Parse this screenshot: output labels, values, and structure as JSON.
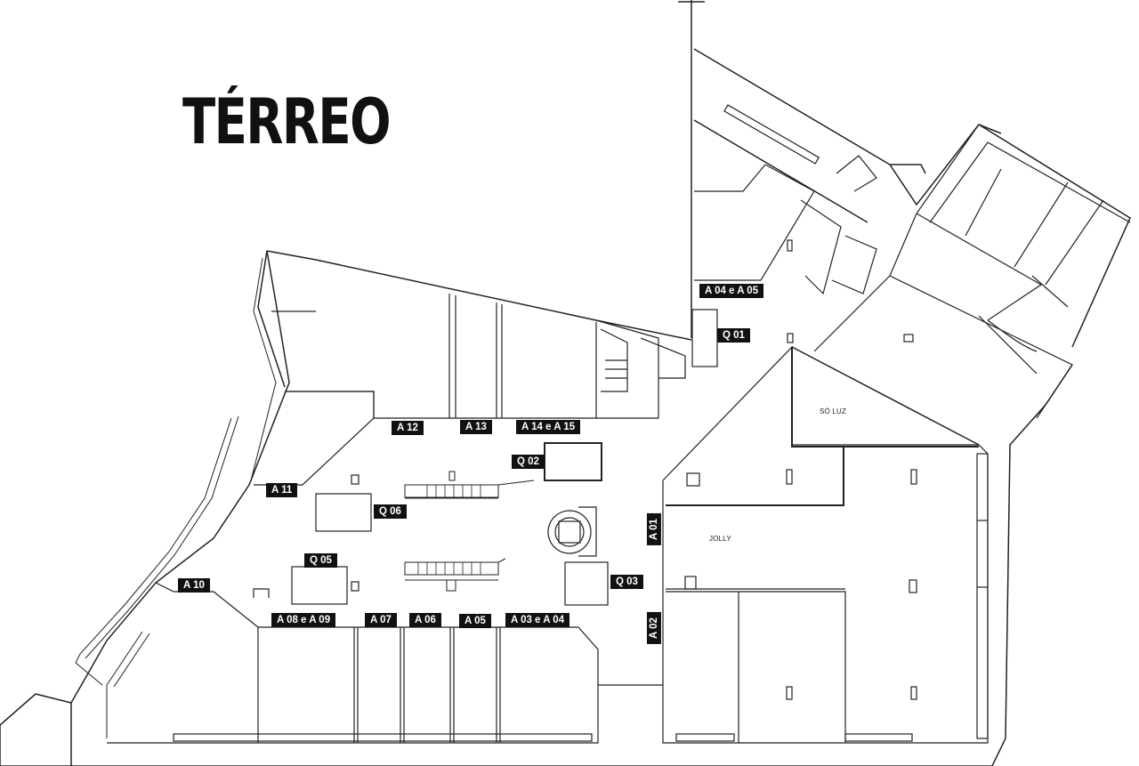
{
  "title": "TÉRREO",
  "labels": {
    "a04_a05": "A 04 e A 05",
    "q01": "Q 01",
    "a12": "A 12",
    "a13": "A 13",
    "a14_a15": "A 14 e A 15",
    "q02": "Q 02",
    "a11": "A 11",
    "q06": "Q 06",
    "q05": "Q 05",
    "a10": "A 10",
    "q03": "Q 03",
    "a01": "A 01",
    "a02": "A 02",
    "a08_a09": "A 08 e A 09",
    "a07": "A 07",
    "a06": "A 06",
    "a05": "A 05",
    "a03_a04": "A 03 e A 04"
  },
  "stores": {
    "so_luz": "SÓ LUZ",
    "jolly": "JOLLY"
  },
  "colors": {
    "line": "#222222",
    "tag_bg": "#111111",
    "tag_text": "#ffffff"
  }
}
